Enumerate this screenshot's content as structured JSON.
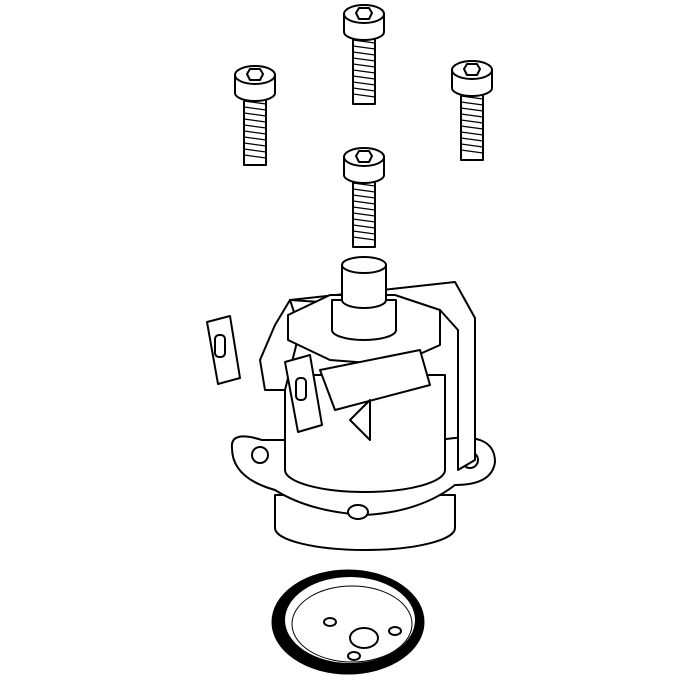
{
  "colors": {
    "line": "#000000",
    "background": "#ffffff"
  },
  "parts": [
    {
      "id": "screw-top",
      "icon": "torx-screw"
    },
    {
      "id": "screw-left",
      "icon": "torx-screw"
    },
    {
      "id": "screw-right",
      "icon": "torx-screw"
    },
    {
      "id": "screw-front",
      "icon": "torx-screw"
    },
    {
      "id": "solenoid-valve",
      "icon": "solenoid"
    },
    {
      "id": "gasket",
      "icon": "seal-ring"
    }
  ]
}
